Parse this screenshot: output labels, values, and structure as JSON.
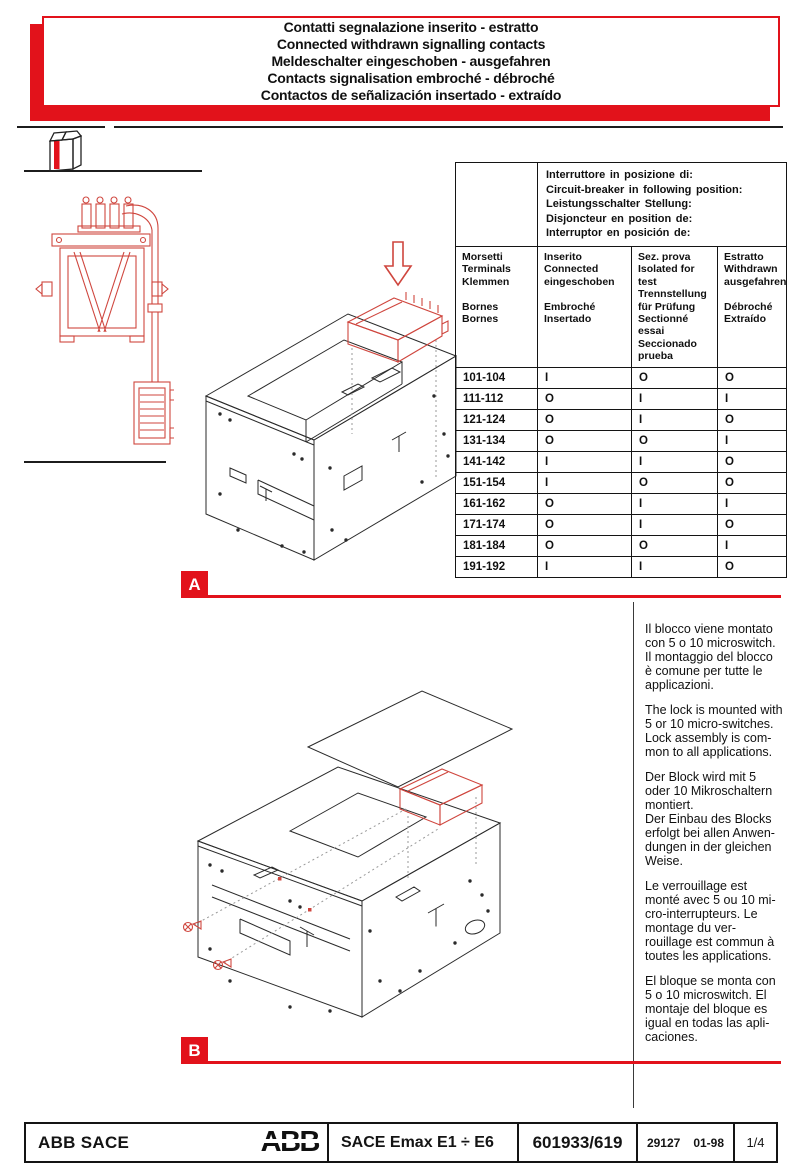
{
  "colors": {
    "accent_red": "#e2121b",
    "drawing_red": "#cf463e",
    "line_black": "#141414"
  },
  "icons": [
    "package-icon",
    "down-arrow-icon"
  ],
  "header": {
    "title_lines": [
      "Contatti segnalazione inserito - estratto",
      "Connected withdrawn signalling contacts",
      "Meldeschalter eingeschoben - ausgefahren",
      "Contacts signalisation embroché - débroché",
      "Contactos de señalización insertado - extraído"
    ]
  },
  "table": {
    "position_header": "Interruttore in posizione di:\nCircuit-breaker in following position:\nLeistungsschalter Stellung:\nDisjoncteur en position de:\nInterruptor en posición de:",
    "col_headers": [
      "Morsetti\nTerminals\nKlemmen\n\nBornes\nBornes",
      "Inserito\nConnected\neingeschoben\n\nEmbroché\nInsertado",
      "Sez. prova\nIsolated for test\nTrennstellung\nfür Prüfung\nSectionné essai\nSeccionado\nprueba",
      "Estratto\nWithdrawn\nausgefahren\n\nDébroché\nExtraído"
    ],
    "rows": [
      {
        "terminals": "101-104",
        "connected": "I",
        "test": "O",
        "withdrawn": "O"
      },
      {
        "terminals": "111-112",
        "connected": "O",
        "test": "I",
        "withdrawn": "I"
      },
      {
        "terminals": "121-124",
        "connected": "O",
        "test": "I",
        "withdrawn": "O"
      },
      {
        "terminals": "131-134",
        "connected": "O",
        "test": "O",
        "withdrawn": "I"
      },
      {
        "terminals": "141-142",
        "connected": "I",
        "test": "I",
        "withdrawn": "O"
      },
      {
        "terminals": "151-154",
        "connected": "I",
        "test": "O",
        "withdrawn": "O"
      },
      {
        "terminals": "161-162",
        "connected": "O",
        "test": "I",
        "withdrawn": "I"
      },
      {
        "terminals": "171-174",
        "connected": "O",
        "test": "I",
        "withdrawn": "O"
      },
      {
        "terminals": "181-184",
        "connected": "O",
        "test": "O",
        "withdrawn": "I"
      },
      {
        "terminals": "191-192",
        "connected": "I",
        "test": "I",
        "withdrawn": "O"
      }
    ]
  },
  "sections": {
    "a": "A",
    "b": "B"
  },
  "notes": {
    "italian": "Il blocco viene montato\ncon 5 o 10 microswitch.\nIl montaggio del blocco\nè comune per tutte le\napplicazioni.",
    "english": "The lock is mounted with\n5 or 10 micro-switches.\nLock assembly is com-\nmon to all applications.",
    "german": "Der Block wird mit 5\noder 10 Mikroschaltern\nmontiert.\nDer Einbau des Blocks\nerfolgt bei allen Anwen-\ndungen in der gleichen\nWeise.",
    "french": "Le verrouillage est\nmonté avec 5 ou 10 mi-\ncro-interrupteurs. Le\nmontage du ver-\nrouillage est commun à\ntoutes les applications.",
    "spanish": "El bloque se monta con\n5 o 10 microswitch. El\nmontaje del bloque es\nigual en todas las apli-\ncaciones."
  },
  "footer": {
    "company": "ABB SACE",
    "logo": "ABB",
    "product": "SACE Emax E1 ÷ E6",
    "document_number": "601933/619",
    "code": "29127",
    "date": "01-98",
    "page": "1/4"
  }
}
